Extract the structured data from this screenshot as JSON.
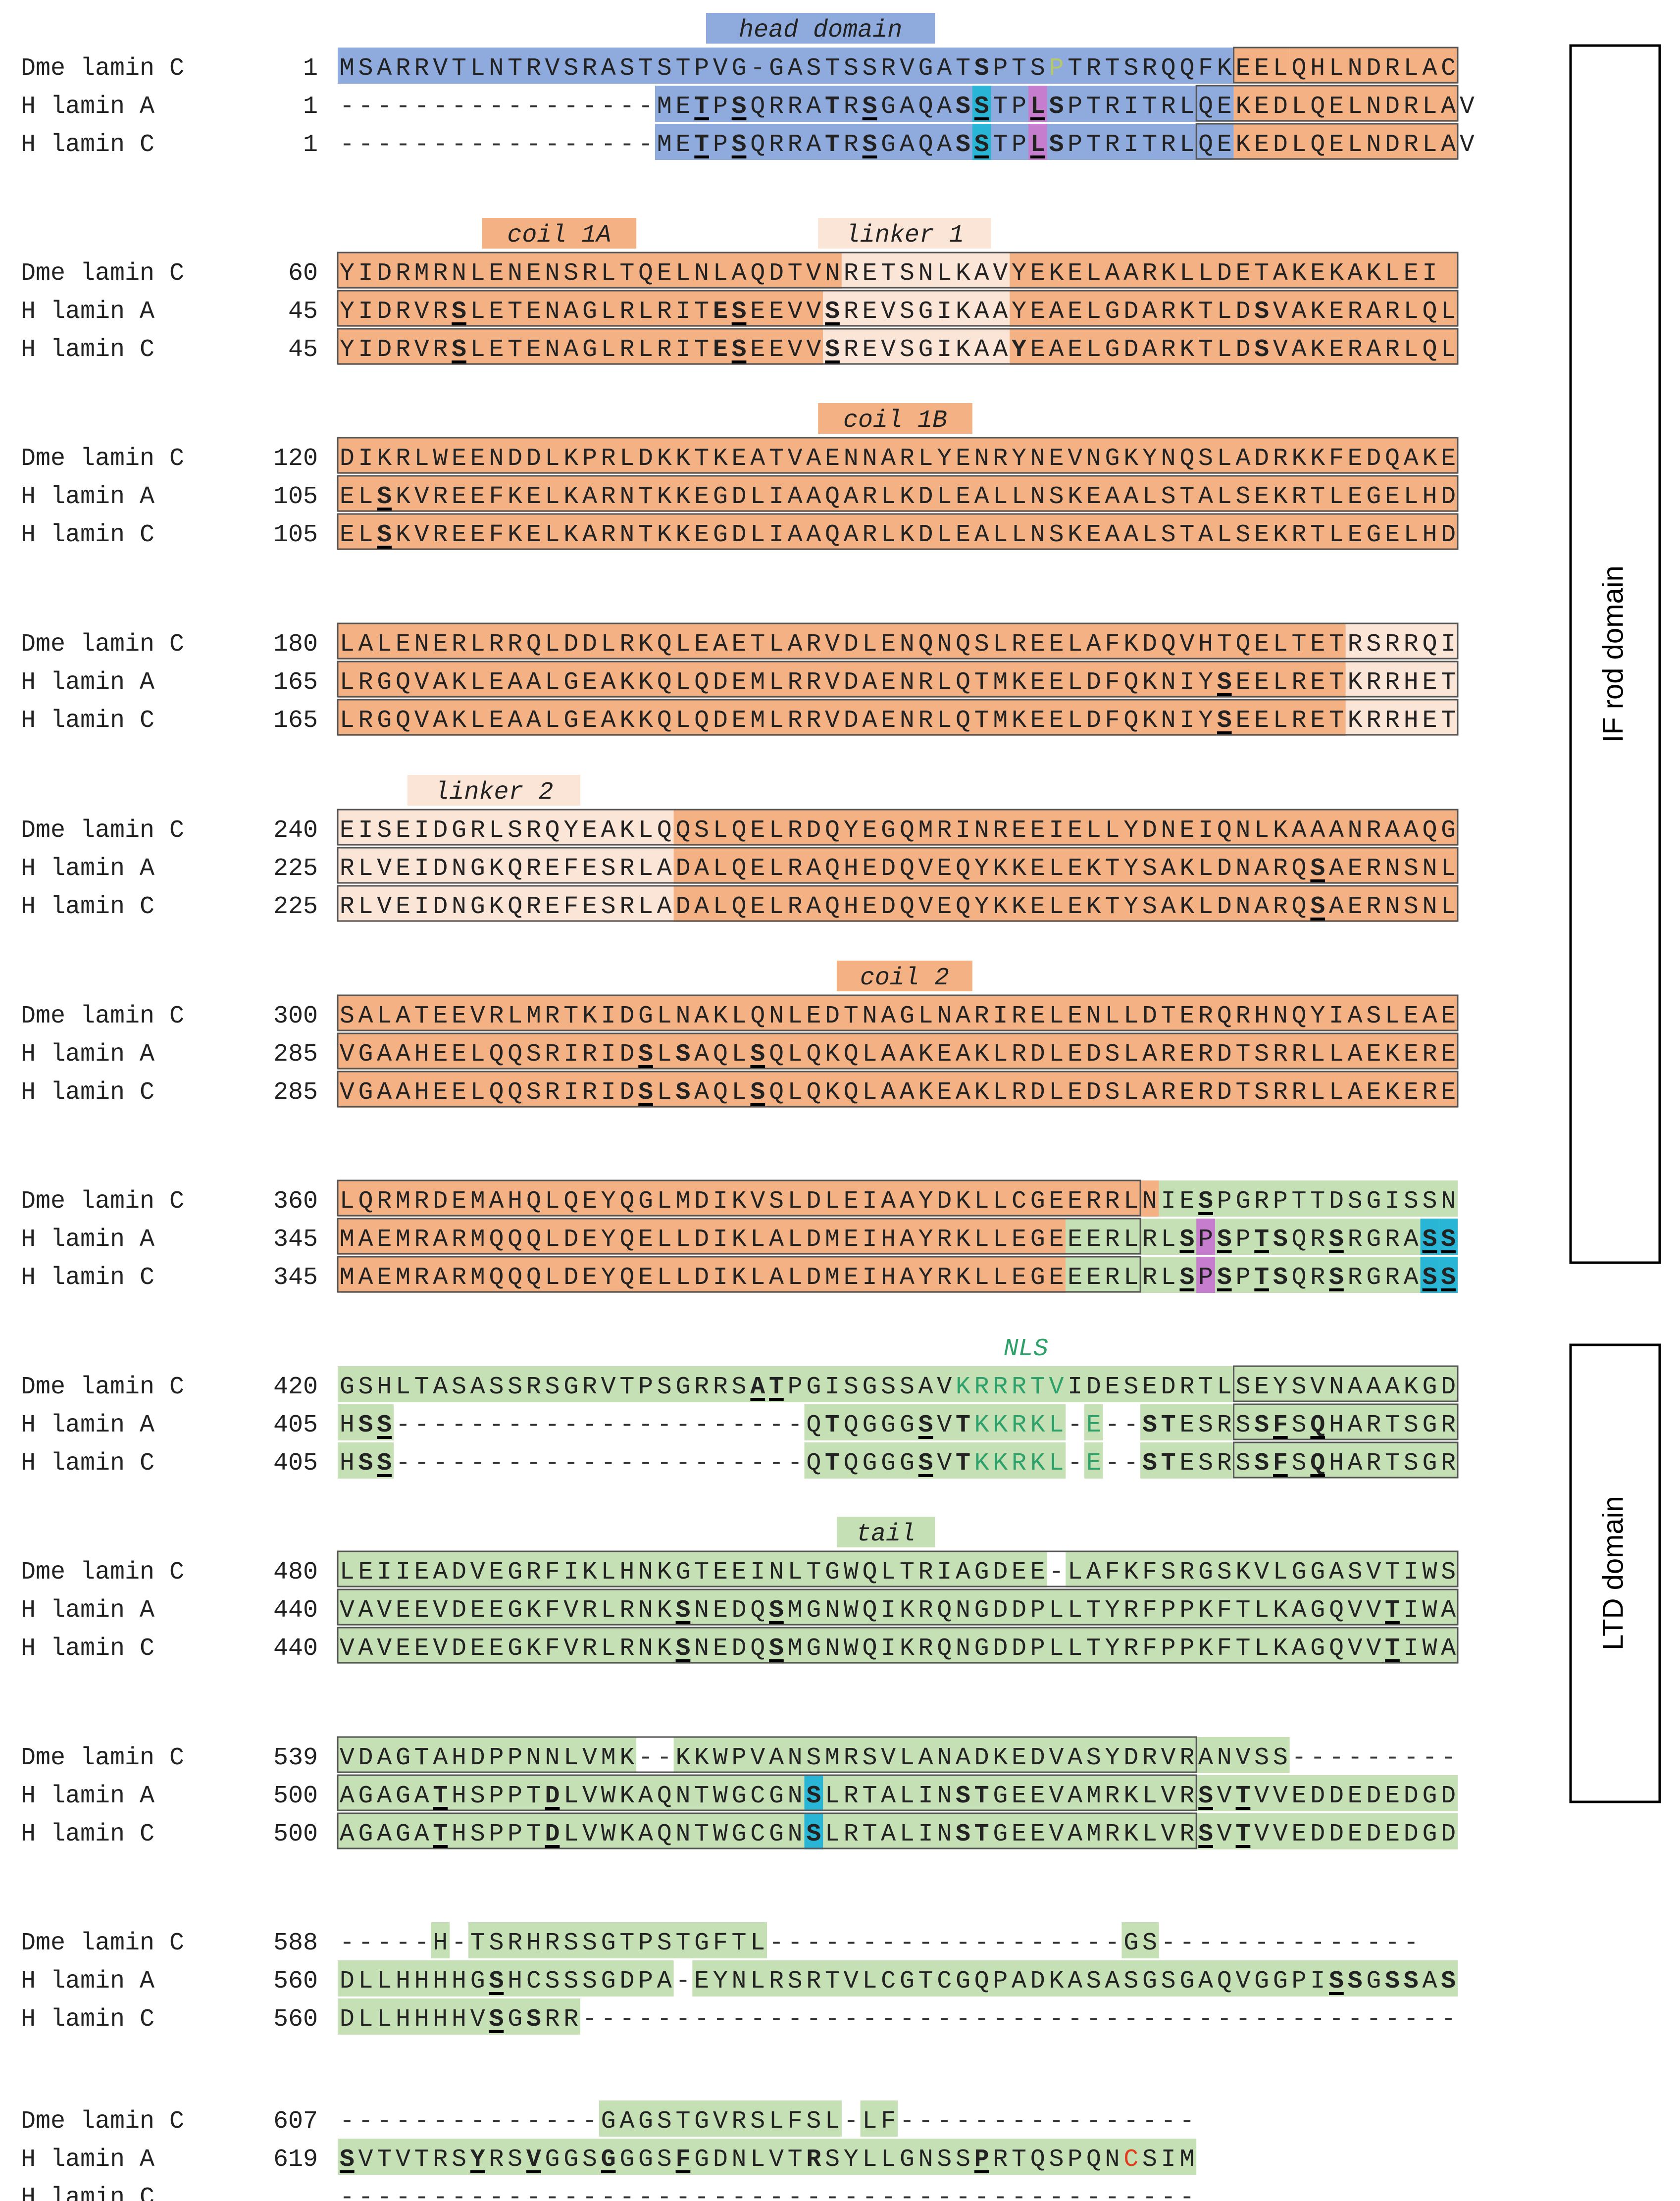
{
  "colors": {
    "head": "#8faadc",
    "rod": "#f4b183",
    "linker": "#fbe5d6",
    "tail": "#c5e0b4",
    "nls_text": "#2ea06a",
    "gap_text": "#333333",
    "cyan": "#29b6d6",
    "magenta": "#c77dce",
    "red_text": "#e03c1e",
    "olive_text": "#b5c96a",
    "box_stroke": "#555555"
  },
  "blocks": [
    {
      "rows": [
        {
          "species": "Dme lamin C",
          "start": "1",
          "seq": "MSARRVTLNTRVSRASTSTPVG-GASTSSRVGATSPTSPTRTSRQQFKEELQHLNDRLAC"
        },
        {
          "species": "H lamin A",
          "start": "1",
          "seq": "-----------------METPSQRRATRSGAQASSTPLSPTRITRLQEKEDLQELNDRLAV"
        },
        {
          "species": "H lamin C",
          "start": "1",
          "seq": "-----------------METPSQRRATRSGAQASSTPLSPTRITRLQEKEDLQELNDRLAV"
        }
      ],
      "region_labels": [
        {
          "text": "head domain",
          "kind": "head",
          "col": 20,
          "len": 11
        }
      ]
    },
    {
      "rows": [
        {
          "species": "Dme lamin C",
          "start": "60",
          "seq": "YIDRMRNLENENSRLTQELNLAQDTVNRETSNLKAVYEKELAARKLLDETAKEKAKLEI"
        },
        {
          "species": "H lamin A",
          "start": "45",
          "seq": "YIDRVRSLETENAGLRLRITESEEVVSREVSGIKAAYEAELGDARKTLDSVAKERARLQL"
        },
        {
          "species": "H lamin C",
          "start": "45",
          "seq": "YIDRVRSLETENAGLRLRITESEEVVSREVSGIKAAYEAELGDARKTLDSVAKERARLQL"
        }
      ],
      "region_labels": [
        {
          "text": "coil 1A",
          "kind": "rod",
          "col": 8,
          "len": 7
        },
        {
          "text": "linker 1",
          "kind": "linker",
          "col": 26,
          "len": 8
        }
      ]
    },
    {
      "rows": [
        {
          "species": "Dme lamin C",
          "start": "120",
          "seq": "DIKRLWEENDDLKPRLDKKTKEATVAENNARLYENRYNEVNGKYNQSLADRKKFEDQAKE"
        },
        {
          "species": "H lamin A",
          "start": "105",
          "seq": "ELSKVREEFKELKARNTKKEGDLIAAQARLKDLEALLNSKEAALSTALSEKRTLEGELHD"
        },
        {
          "species": "H lamin C",
          "start": "105",
          "seq": "ELSKVREEFKELKARNTKKEGDLIAAQARLKDLEALLNSKEAALSTALSEKRTLEGELHD"
        }
      ],
      "region_labels": [
        {
          "text": "coil 1B",
          "kind": "rod",
          "col": 26,
          "len": 7
        }
      ]
    },
    {
      "rows": [
        {
          "species": "Dme lamin C",
          "start": "180",
          "seq": "LALENERLRRQLDDLRKQLEAETLARVDLENQNQSLREELAFKDQVHTQELTETRSRRQI"
        },
        {
          "species": "H lamin A",
          "start": "165",
          "seq": "LRGQVAKLEAALGEAKKQLQDEMLRRVDAENRLQTMKEELDFQKNIYSEELRETKRRHET"
        },
        {
          "species": "H lamin C",
          "start": "165",
          "seq": "LRGQVAKLEAALGEAKKQLQDEMLRRVDAENRLQTMKEELDFQKNIYSEELRETKRRHET"
        }
      ],
      "region_labels": []
    },
    {
      "rows": [
        {
          "species": "Dme lamin C",
          "start": "240",
          "seq": "EISEIDGRLSRQYEAKLQQSLQELRDQYEGQMRINREEIELLYDNEIQNLKAAANRAAQG"
        },
        {
          "species": "H lamin A",
          "start": "225",
          "seq": "RLVEIDNGKQREFESRLADALQELRAQHEDQVEQYKKELEKTYSAKLDNARQSAERNSNL"
        },
        {
          "species": "H lamin C",
          "start": "225",
          "seq": "RLVEIDNGKQREFESRLADALQELRAQHEDQVEQYKKELEKTYSAKLDNARQSAERNSNL"
        }
      ],
      "region_labels": [
        {
          "text": "linker 2",
          "kind": "linker",
          "col": 4,
          "len": 8
        }
      ]
    },
    {
      "rows": [
        {
          "species": "Dme lamin C",
          "start": "300",
          "seq": "SALATEEVRLMRTKIDGLNAKLQNLEDTNAGLNARIRELENLLDTERQRHNQYIASLEAE"
        },
        {
          "species": "H lamin A",
          "start": "285",
          "seq": "VGAAHEELQQSRIRIDSLSAQLSQLQKQLAAKEAKLRDLEDSLARERDTSRRLLAEKERE"
        },
        {
          "species": "H lamin C",
          "start": "285",
          "seq": "VGAAHEELQQSRIRIDSLSAQLSQLQKQLAAKEAKLRDLEDSLARERDTSRRLLAEKERE"
        }
      ],
      "region_labels": [
        {
          "text": "coil 2",
          "kind": "rod",
          "col": 27,
          "len": 6
        }
      ]
    },
    {
      "rows": [
        {
          "species": "Dme lamin C",
          "start": "360",
          "seq": "LQRMRDEMAHQLQEYQGLMDIKVSLDLEIAAYDKLLCGEERRLNIESPGRPTTDSGISSN"
        },
        {
          "species": "H lamin A",
          "start": "345",
          "seq": "MAEMRARMQQQLDEYQELLDIKLALDMEIHAYRKLLEGEEERLRLSPSPTSQRSRGRASS"
        },
        {
          "species": "H lamin C",
          "start": "345",
          "seq": "MAEMRARMQQQLDEYQELLDIKLALDMEIHAYRKLLEGEEERLRLSPSPTSQRSRGRASS"
        }
      ],
      "region_labels": []
    },
    {
      "rows": [
        {
          "species": "Dme lamin C",
          "start": "420",
          "seq": "GSHLTASASSRSGRVTPSGRRSATPGISGSSAVKRRRTVIDESEDRTLSEYSVNAAAKGD"
        },
        {
          "species": "H lamin A",
          "start": "405",
          "seq": "HSS----------------------QTQGGGSVTKKRKL-E--STESRSSFSQHARTSGR"
        },
        {
          "species": "H lamin C",
          "start": "405",
          "seq": "HSS----------------------QTQGGGSVTKKRKL-E--STESRSSFSQHARTSGR"
        }
      ],
      "region_labels": [
        {
          "text": "NLS",
          "kind": "nls",
          "col": 35,
          "len": 3
        }
      ]
    },
    {
      "rows": [
        {
          "species": "Dme lamin C",
          "start": "480",
          "seq": "LEIIEADVEGRFIKLHNKGTEEINLTGWQLTRIAGDEE-LAFKFSRGSKVLGGASVTIWS"
        },
        {
          "species": "H lamin A",
          "start": "440",
          "seq": "VAVEEVDEEGKFVRLRNKSNEDQSMGNWQIKRQNGDDPLLTYRFPPKFTLKAGQVVTIWA"
        },
        {
          "species": "H lamin C",
          "start": "440",
          "seq": "VAVEEVDEEGKFVRLRNKSNEDQSMGNWQIKRQNGDDPLLTYRFPPKFTLKAGQVVTIWA"
        }
      ],
      "region_labels": [
        {
          "text": "tail",
          "kind": "tail",
          "col": 27,
          "len": 4
        }
      ]
    },
    {
      "rows": [
        {
          "species": "Dme lamin C",
          "start": "539",
          "seq": "VDAGTAHDPPNNLVMK--KKWPVANSMRSVLANADKEDVASYDRVRANVSS---------"
        },
        {
          "species": "H lamin A",
          "start": "500",
          "seq": "AGAGATHSPPTDLVWKAQNTWGCGNSLRTALINSTGEEVAMRKLVRSVTVVEDDEDEDGD"
        },
        {
          "species": "H lamin C",
          "start": "500",
          "seq": "AGAGATHSPPTDLVWKAQNTWGCGNSLRTALINSTGEEVAMRKLVRSVTVVEDDEDEDGD"
        }
      ],
      "region_labels": []
    },
    {
      "rows": [
        {
          "species": "Dme lamin C",
          "start": "588",
          "seq": "-----H-TSRHRSSGTPSTGFTL-------------------GS--------------"
        },
        {
          "species": "H lamin A",
          "start": "560",
          "seq": "DLLHHHHGSHCSSSGDPA-EYNLRSRTVLCGTCGQPADKASASGSGAQVGGPISSGSSAS"
        },
        {
          "species": "H lamin C",
          "start": "560",
          "seq": "DLLHHHHVSGSRR-----------------------------------------------"
        }
      ],
      "region_labels": []
    },
    {
      "rows": [
        {
          "species": "Dme lamin C",
          "start": "607",
          "seq": "--------------GAGSTGVRSLFSL-LF----------------"
        },
        {
          "species": "H lamin A",
          "start": "619",
          "seq": "SVTVTRSYRSVGGSGGGSFGDNLVTRSYLLGNSSPRTQSPQNCSIM"
        },
        {
          "species": "H lamin C",
          "start": "",
          "seq": "----------------------------------------------"
        }
      ],
      "region_labels": []
    }
  ],
  "side_domains": [
    {
      "label": "IF rod domain"
    },
    {
      "label": "LTD domain"
    }
  ]
}
